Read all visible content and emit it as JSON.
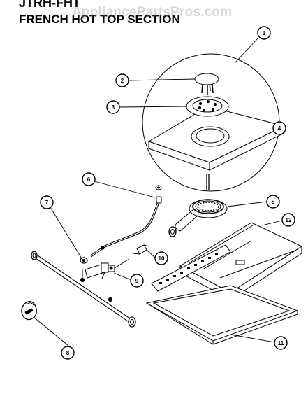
{
  "header": {
    "model": "JTRH-FHT",
    "section": "FRENCH HOT TOP SECTION",
    "watermark": "AppliancePartsPros.com"
  },
  "callouts": {
    "c1": "1",
    "c2": "2",
    "c3": "3",
    "c4": "4",
    "c5": "5",
    "c6": "6",
    "c7": "7",
    "c8": "8",
    "c9": "9",
    "c10": "10",
    "c11": "11",
    "c12": "12"
  },
  "colors": {
    "ink": "#000000",
    "background": "#ffffff",
    "watermark": "#969696"
  }
}
